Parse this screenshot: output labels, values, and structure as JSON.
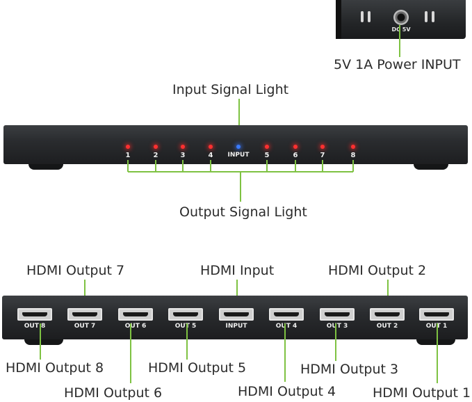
{
  "power": {
    "jack_label": "DC 5V",
    "caption": "5V 1A Power INPUT"
  },
  "signal_panel": {
    "input_caption": "Input Signal Light",
    "output_caption": "Output Signal Light",
    "leds": [
      {
        "label": "1",
        "color": "#ff3030"
      },
      {
        "label": "2",
        "color": "#ff3030"
      },
      {
        "label": "3",
        "color": "#ff3030"
      },
      {
        "label": "4",
        "color": "#ff3030"
      },
      {
        "label": "INPUT",
        "color": "#3a7bff"
      },
      {
        "label": "5",
        "color": "#ff3030"
      },
      {
        "label": "6",
        "color": "#ff3030"
      },
      {
        "label": "7",
        "color": "#ff3030"
      },
      {
        "label": "8",
        "color": "#ff3030"
      }
    ]
  },
  "ports_panel": {
    "ports": [
      "OUT 8",
      "OUT 7",
      "OUT 6",
      "OUT 5",
      "INPUT",
      "OUT 4",
      "OUT 3",
      "OUT 2",
      "OUT 1"
    ],
    "captions": {
      "out7": "HDMI Output 7",
      "input": "HDMI Input",
      "out2": "HDMI Output 2",
      "out8": "HDMI Output 8",
      "out5": "HDMI Output 5",
      "out3": "HDMI Output 3",
      "out6": "HDMI Output 6",
      "out4": "HDMI Output 4",
      "out1": "HDMI Output 1"
    }
  },
  "colors": {
    "callout_line": "#7ec242",
    "device_body": "#2a2c2f"
  }
}
